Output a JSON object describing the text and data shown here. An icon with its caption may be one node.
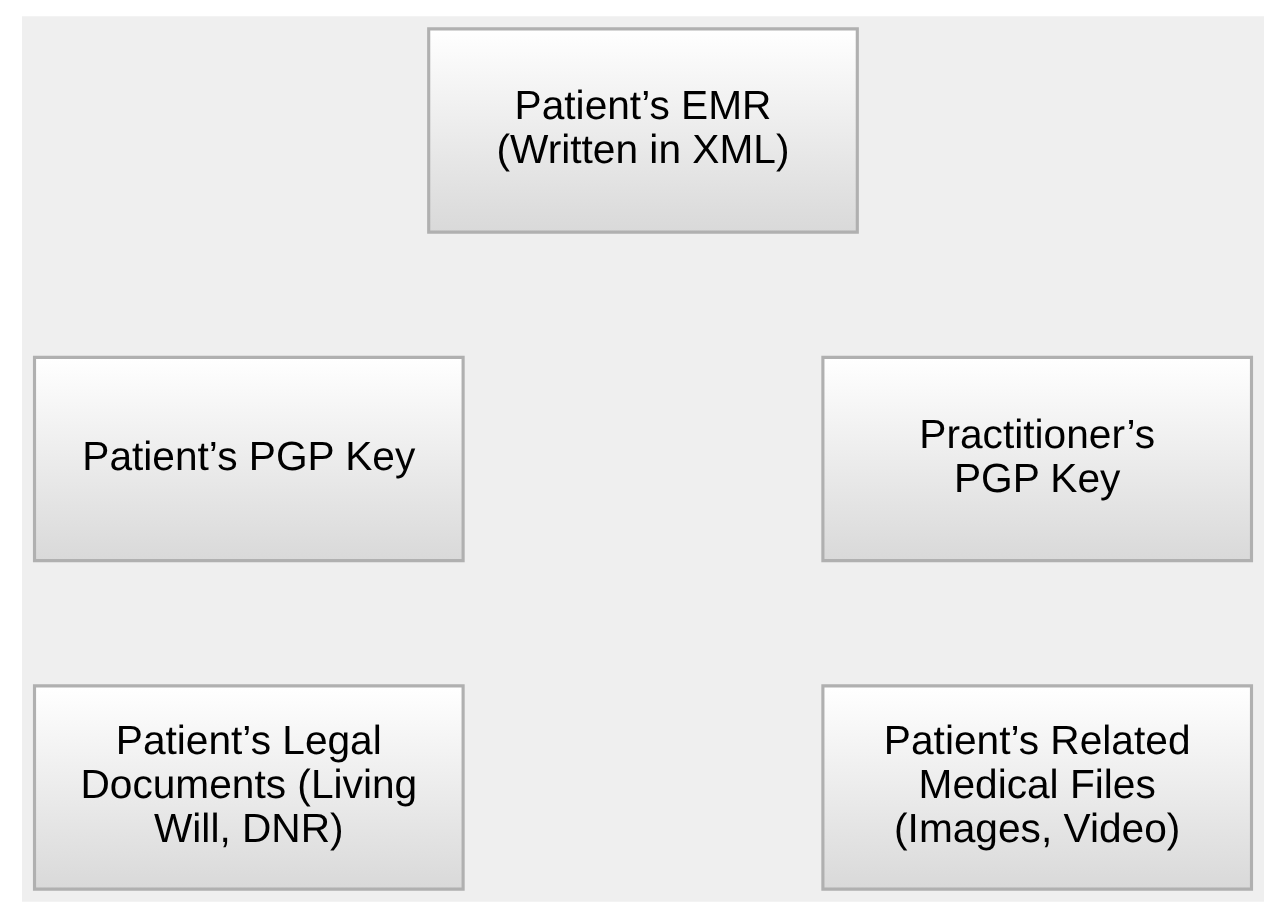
{
  "diagram": {
    "nodes": [
      {
        "text": [
          "Patient’s EMR (Written in XML)"
        ]
      },
      {
        "text": [
          "Patient’s PGP Key"
        ]
      },
      {
        "text": [
          "Practitioner’s PGP Key"
        ]
      },
      {
        "text": [
          "Patient’s Legal Documents (Living Will, DNR)"
        ]
      },
      {
        "text": [
          "Patient’s Related Medical Files (Images, Video)"
        ]
      }
    ]
  }
}
